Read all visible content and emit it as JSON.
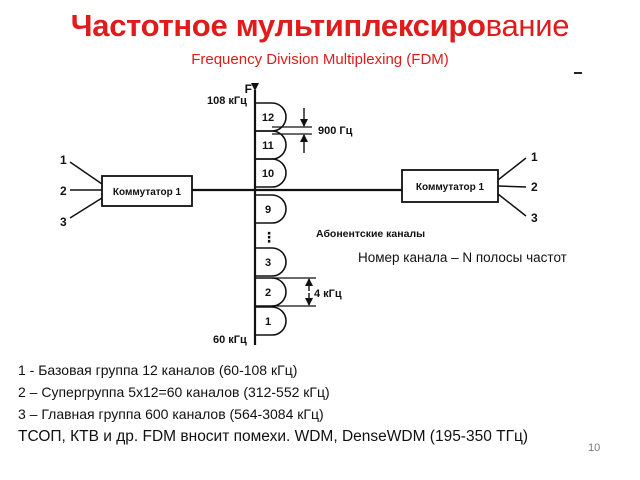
{
  "title": {
    "main": "Частотное мультиплексиро",
    "tail": "вание"
  },
  "subtitle": "Frequency Division Multiplexing (FDM)",
  "diagram": {
    "axis_label": "F",
    "top_freq": "108 кГц",
    "bottom_freq": "60 кГц",
    "spacing_label": "900 Гц",
    "band_label": "4 кГц",
    "subscriber_label": "Абонентские каналы",
    "ellipsis": "⋮",
    "left_switch": "Коммутатор 1",
    "right_switch": "Коммутатор 1",
    "left_inputs": [
      "1",
      "2",
      "3"
    ],
    "right_outputs": [
      "1",
      "2",
      "3"
    ],
    "channels": [
      "12",
      "11",
      "10",
      "9",
      "3",
      "2",
      "1"
    ]
  },
  "caption": "Номер канала – N полосы частот",
  "notes": [
    "1 - Базовая группа   12 каналов   (60-108 кГц)",
    "2 – Супергруппа    5х12=60 каналов  (312-552 кГц)",
    "3 – Главная группа 600 каналов (564-3084 кГц)",
    "ТСОП, КТВ и др.  FDM вносит помехи.  WDM, DenseWDM   (195-350 ТГц)"
  ],
  "page_number": "10"
}
